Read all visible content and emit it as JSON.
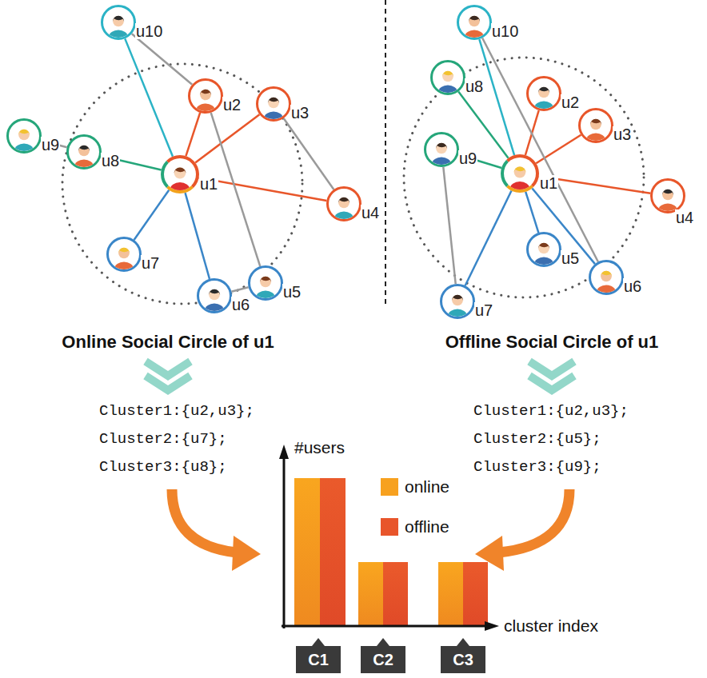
{
  "diagram": {
    "nodes": [
      {
        "text": [
          "u10"
        ]
      },
      {
        "text": [
          "u2"
        ]
      },
      {
        "text": [
          "u3"
        ]
      },
      {
        "text": [
          "u9"
        ]
      },
      {
        "text": [
          "u8"
        ]
      },
      {
        "text": [
          "u1"
        ]
      },
      {
        "text": [
          "u4"
        ]
      },
      {
        "text": [
          "u7"
        ]
      },
      {
        "text": [
          "u6"
        ]
      },
      {
        "text": [
          "u5"
        ]
      },
      {
        "text": [
          "u10"
        ]
      },
      {
        "text": [
          "u8"
        ]
      },
      {
        "text": [
          "u2"
        ]
      },
      {
        "text": [
          "u3"
        ]
      },
      {
        "text": [
          "u9"
        ]
      },
      {
        "text": [
          "u1"
        ]
      },
      {
        "text": [
          "u4"
        ]
      },
      {
        "text": [
          "u5"
        ]
      },
      {
        "text": [
          "u7"
        ]
      },
      {
        "text": [
          "u6"
        ]
      }
    ],
    "edges": [
      {
        "from": 5,
        "to": 0,
        "arrow": "none"
      },
      {
        "from": 5,
        "to": 1,
        "arrow": "none"
      },
      {
        "from": 5,
        "to": 2,
        "arrow": "none"
      },
      {
        "from": 5,
        "to": 6,
        "arrow": "none"
      },
      {
        "from": 5,
        "to": 4,
        "arrow": "none"
      },
      {
        "from": 5,
        "to": 7,
        "arrow": "none"
      },
      {
        "from": 5,
        "to": 8,
        "arrow": "none"
      },
      {
        "from": 0,
        "to": 1,
        "arrow": "none"
      },
      {
        "from": 1,
        "to": 9,
        "arrow": "none"
      },
      {
        "from": 2,
        "to": 6,
        "arrow": "none"
      },
      {
        "from": 3,
        "to": 4,
        "arrow": "none"
      },
      {
        "from": 8,
        "to": 9,
        "arrow": "none"
      },
      {
        "from": 15,
        "to": 10,
        "arrow": "none"
      },
      {
        "from": 15,
        "to": 11,
        "arrow": "none"
      },
      {
        "from": 15,
        "to": 12,
        "arrow": "none"
      },
      {
        "from": 15,
        "to": 13,
        "arrow": "none"
      },
      {
        "from": 15,
        "to": 16,
        "arrow": "none"
      },
      {
        "from": 15,
        "to": 14,
        "arrow": "none"
      },
      {
        "from": 15,
        "to": 17,
        "arrow": "none"
      },
      {
        "from": 15,
        "to": 18,
        "arrow": "none"
      },
      {
        "from": 15,
        "to": 19,
        "arrow": "none"
      },
      {
        "from": 10,
        "to": 19,
        "arrow": "none"
      },
      {
        "from": 14,
        "to": 18,
        "arrow": "none"
      }
    ],
    "labels": [
      "Online Social Circle of u1",
      "Offline Social Circle of u1",
      "Cluster1:{u2,u3};",
      "Cluster2:{u7};",
      "Cluster3:{u8};",
      "Cluster1:{u2,u3};",
      "Cluster2:{u5};",
      "Cluster3:{u9};",
      "#users",
      "cluster index",
      "C1",
      "C2",
      "C3"
    ],
    "legend": [
      {
        "text": "online",
        "color": "#f7a11f"
      },
      {
        "text": "offline",
        "color": "#e8552b"
      }
    ]
  }
}
